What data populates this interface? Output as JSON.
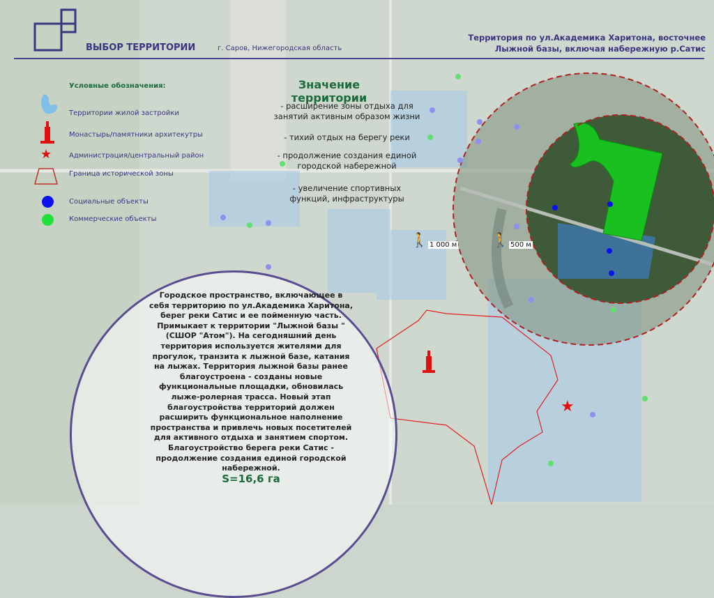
{
  "header": {
    "title": "ВЫБОР ТЕРРИТОРИИ",
    "location": "г. Саров, Нижегородская область",
    "site_title_line1": "Территория по ул.Академика Харитона, восточнее",
    "site_title_line2": "Лыжной базы, включая набережную р.Сатис"
  },
  "legend": {
    "heading": "Условные обозначения:",
    "items": [
      {
        "icon": "residential-area-icon",
        "label": "Территории жилой застройки",
        "color": "#7fbfe8"
      },
      {
        "icon": "monument-tower-icon",
        "label": "Монастырь/памятники архитекутры",
        "color": "#e01010"
      },
      {
        "icon": "star-icon",
        "label": "Администрация/центральный район",
        "color": "#e01010"
      },
      {
        "icon": "historic-boundary-icon",
        "label": "Граница исторической зоны",
        "color": "#c0302a"
      },
      {
        "icon": "blue-dot-icon",
        "label": "Социальные объекты",
        "color": "#0a10f0"
      },
      {
        "icon": "green-dot-icon",
        "label": "Коммерческие объекты",
        "color": "#22e03a"
      }
    ]
  },
  "significance": {
    "heading": "Значение территории",
    "bullets": [
      [
        "- расширение зоны отдыха для",
        "занятий активным образом жизни"
      ],
      [
        "- тихий отдых на берегу реки"
      ],
      [
        "- продолжение создания единой",
        "городской набережной"
      ],
      [
        "- увеличение спортивных",
        "функций, инфраструктуры"
      ]
    ]
  },
  "walk": {
    "far": "1 000 м",
    "near": "500 м"
  },
  "description": "Городское пространство, включающее в себя территорию по ул.Академика Харитона, берег реки Сатис и ее пойменную часть. Примыкает к территории \"Лыжной базы \"(СШОР \"Атом\"). На сегодняшний день территория используется жителями для прогулок, транзита к лыжной базе, катания на лыжах. Территория лыжной базы ранее благоустроена - созданы новые функциональные площадки, обновилась лыже-ролерная трасса. Новый этап благоустройства территорий должен расширить функциональное наполнение пространства и привлечь новых посетителей для активного отдыха и занятием спортом. Благоустройство берега реки Сатис - продолжение создания единой городской набережной.",
  "area": "S=16,6 га"
}
